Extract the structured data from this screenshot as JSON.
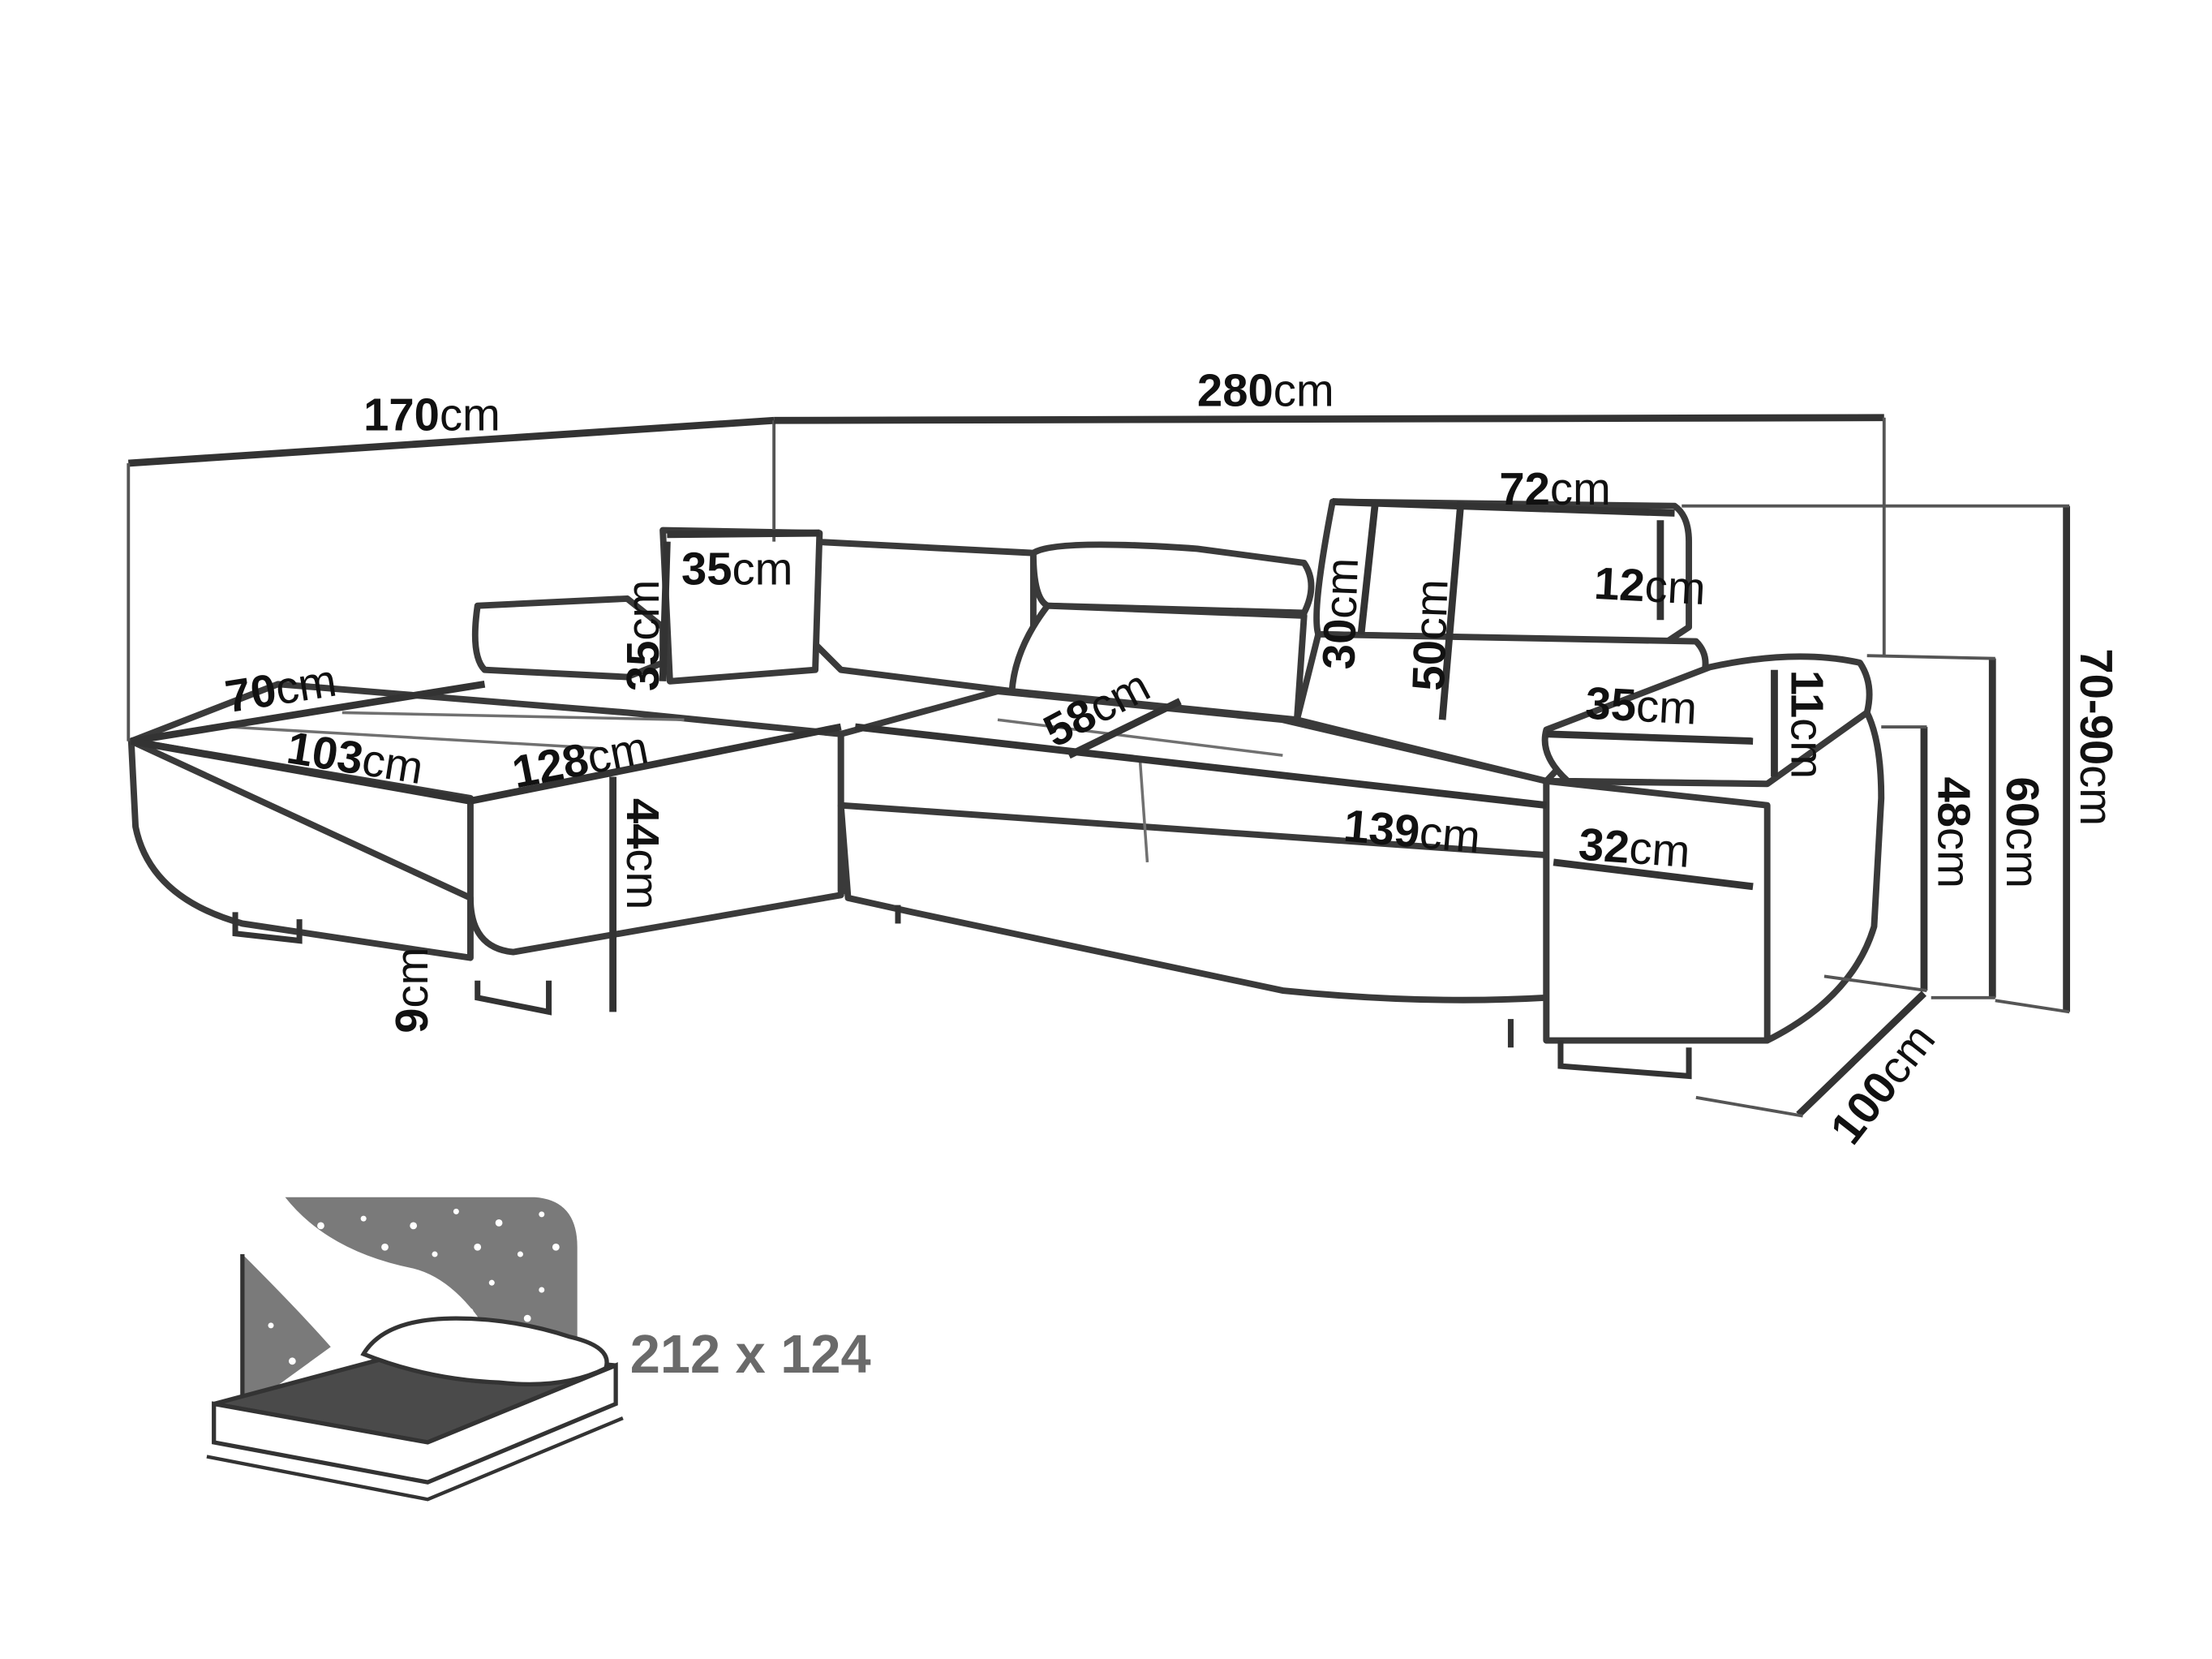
{
  "colors": {
    "line": "#333333",
    "text": "#111111",
    "bed_fill": "#7a7a7a",
    "mattress": "#4a4a4a"
  },
  "unit": "cm",
  "dimensions": {
    "total_depth": "170",
    "total_width": "280",
    "headrest_width": "72",
    "cushion_width": "35",
    "cushion_height": "35",
    "headrest_thickness": "12",
    "headrest_height_low": "30",
    "headrest_height_high": "50",
    "chaise_depth_inner": "70",
    "chaise_seat_depth": "103",
    "chaise_width": "128",
    "seat_depth": "58",
    "armrest_depth": "35",
    "armrest_thickness": "11",
    "seat_height": "44",
    "seat_width": "139",
    "armrest_width": "32",
    "leg_height": "9",
    "armrest_height": "48",
    "back_height": "60",
    "total_height": "70-90",
    "sofa_depth": "100"
  },
  "bed_size": "212 x 124"
}
